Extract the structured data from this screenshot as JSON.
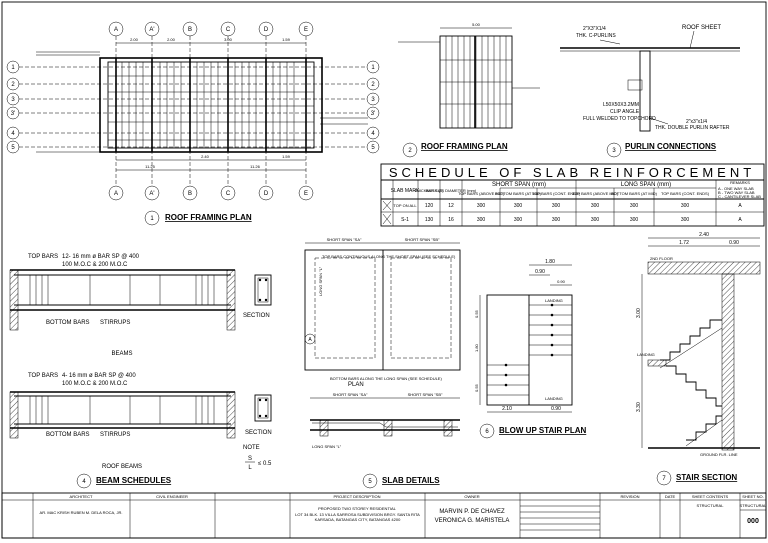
{
  "grid": {
    "columns": [
      "A",
      "A'",
      "B",
      "C",
      "D",
      "E"
    ],
    "rows": [
      "1",
      "2",
      "3",
      "3'",
      "4",
      "5"
    ]
  },
  "dims": {
    "top": [
      "2.00",
      "2.00",
      "3.00",
      "1.59"
    ],
    "mid": [
      "2.40",
      "1.59"
    ],
    "bottom": [
      "11.25",
      "11.26"
    ],
    "roof_overall": "5.00",
    "stair_plan": [
      "1.80",
      "0.90",
      "0.90",
      "2.10",
      "0.90"
    ],
    "stair_plan_side": [
      "0.55",
      "1.80",
      "0.55"
    ],
    "stair_section": [
      "2.40",
      "1.72",
      "0.90"
    ],
    "stair_section_side": [
      "3.00",
      "3.30"
    ]
  },
  "titles": {
    "roof_framing_plan_1": "ROOF FRAMING PLAN",
    "roof_framing_plan_2": "ROOF FRAMING PLAN",
    "purlin_connections": "PURLIN CONNECTIONS",
    "beam_schedules": "BEAM SCHEDULES",
    "slab_details": "SLAB DETAILS",
    "blow_up_stair_plan": "BLOW UP STAIR PLAN",
    "stair_section": "STAIR SECTION",
    "schedule": "SCHEDULE OF SLAB REINFORCEMENT"
  },
  "detail_numbers": [
    "1",
    "2",
    "3",
    "4",
    "5",
    "6",
    "7"
  ],
  "purlin": {
    "roof_sheet": "ROOF SHEET",
    "purlin_size": "2\"X3\"X1/4",
    "purlin_type": "THK. C-PURLINS",
    "angle_size": "L50X50X3.2MM",
    "angle_type": "CLIP ANGLE",
    "weld": "FULL WELDED TO TOPCHORD",
    "rafter_size": "2\"x3\"x1/4",
    "rafter_type": "THK. DOUBLE PURLIN RAFTER"
  },
  "schedule": {
    "headers": [
      "SLAB MARK",
      "THICKNESS (T)",
      "BAR SIZE DIAMETER (mm)",
      "SHORT SPAN (mm)",
      "LONG SPAN (mm)",
      "REMARKS"
    ],
    "sub_headers": [
      "TOP BARS (ABOVE MID)",
      "BOTTOM BARS (AT MID)",
      "TOP BARS (CONT. ENDS)",
      "TOP BARS (ABOVE MID)",
      "BOTTOM BARS (AT MID)",
      "TOP BARS (CONT. ENDS)"
    ],
    "rows": [
      {
        "mark": "TOP ON ALL",
        "t": "120",
        "bar": "12",
        "v1": "300",
        "v2": "300",
        "v3": "300",
        "v4": "300",
        "v5": "300",
        "v6": "300",
        "rem": "A"
      },
      {
        "mark": "S-1",
        "t": "130",
        "bar": "16",
        "v1": "300",
        "v2": "300",
        "v3": "300",
        "v4": "300",
        "v5": "300",
        "v6": "300",
        "rem": "A"
      }
    ],
    "remarks": [
      "A - ONE WAY SLAB",
      "B - TWO WAY SLAB",
      "C - CANTILEVER SLAB"
    ]
  },
  "beams": {
    "beam_top": "TOP BARS",
    "beam_spec_1": "12- 16 mm ø BAR SP @ 400",
    "beam_spec_1b": "100 M.O.C & 200 M.O.C",
    "beam_bottom": "BOTTOM BARS",
    "beam_stirrups": "STIRRUPS",
    "beams_label": "BEAMS",
    "roof_top": "TOP BARS",
    "roof_spec": "4- 16 mm ø BAR SP @ 400",
    "roof_spec_b": "100 M.O.C & 200 M.O.C",
    "roof_bottom": "BOTTOM BARS",
    "roof_stirrups": "STIRRUPS",
    "roof_beams_label": "ROOF BEAMS",
    "section": "SECTION",
    "note": "NOTE",
    "ratio_top": "S",
    "ratio_bottom": "L",
    "ratio_value": "≤ 0.5"
  },
  "slab": {
    "plan": "PLAN",
    "short_span": "SHORT SPAN \"SA\"",
    "short_span_b": "SHORT SPAN \"SB\"",
    "long_span": "LONG SPAN \"L\"",
    "top_bars": "TOP BARS CONTINUOUS ALONG THE SHORT SPAN (SEE SCHEDULE)",
    "bottom_bars": "BOTTOM BARS ALONG THE LONG SPAN (SEE SCHEDULE)",
    "marker": "A"
  },
  "stair": {
    "landing": "LANDING",
    "floor": "2ND FLOOR",
    "ground": "GROUND FLR. LINE"
  },
  "title_block": {
    "architect_h": "ARCHITECT",
    "architect": "AR. MAC KRISH RUBEN M. DELA ROCA, JR.",
    "engineer_h": "CIVIL ENGINEER",
    "project_h": "PROJECT DESCRIPTION",
    "project": "PROPOSED TWO STOREY RESIDENTIAL",
    "location": "LOT 34 BLK. 13 VILLA SARROSA SUBDIVISION BRGY. SANTA RITA KARSADA, BATANGAS CITY, BATANGAS 4200",
    "owner_h": "OWNER",
    "owner_1": "MARVIN P. DE CHAVEZ",
    "owner_2": "VERONICA G. MARISTELA",
    "revision_h": "REVISION",
    "date_h": "DATE",
    "sheet_contents_h": "SHEET CONTENTS",
    "sheet_contents": "STRUCTURAL",
    "sheet_no_h": "SHEET NO.",
    "sheet_type": "STRUCTURAL",
    "sheet_no": "000"
  }
}
